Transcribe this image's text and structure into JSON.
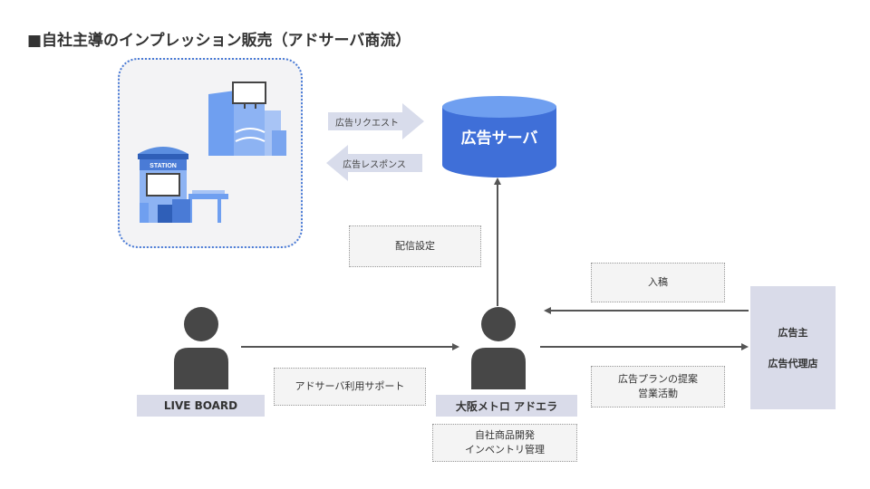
{
  "title": "■自社主導のインプレッション販売（アドサーバ商流）",
  "venue": {
    "station_sign": "STATION"
  },
  "ad_server": {
    "label": "広告サーバ"
  },
  "arrows": {
    "request": "広告リクエスト",
    "response": "広告レスポンス"
  },
  "delivery_settings": "配信設定",
  "submission": "入稿",
  "support": "アドサーバ利用サポート",
  "proposal": {
    "line1": "広告プランの提案",
    "line2": "営業活動"
  },
  "live_board": "LIVE BOARD",
  "osaka_metro": "大阪メトロ アドエラ",
  "inventory": {
    "line1": "自社商品開発",
    "line2": "インベントリ管理"
  },
  "advertiser": {
    "line1": "広告主",
    "line2": "広告代理店"
  },
  "colors": {
    "accent_blue": "#3f6fd8",
    "light_blue": "#6f9ff0",
    "arrow_gray": "#555555",
    "person": "#474747",
    "box_fill": "#d9dbe9"
  }
}
